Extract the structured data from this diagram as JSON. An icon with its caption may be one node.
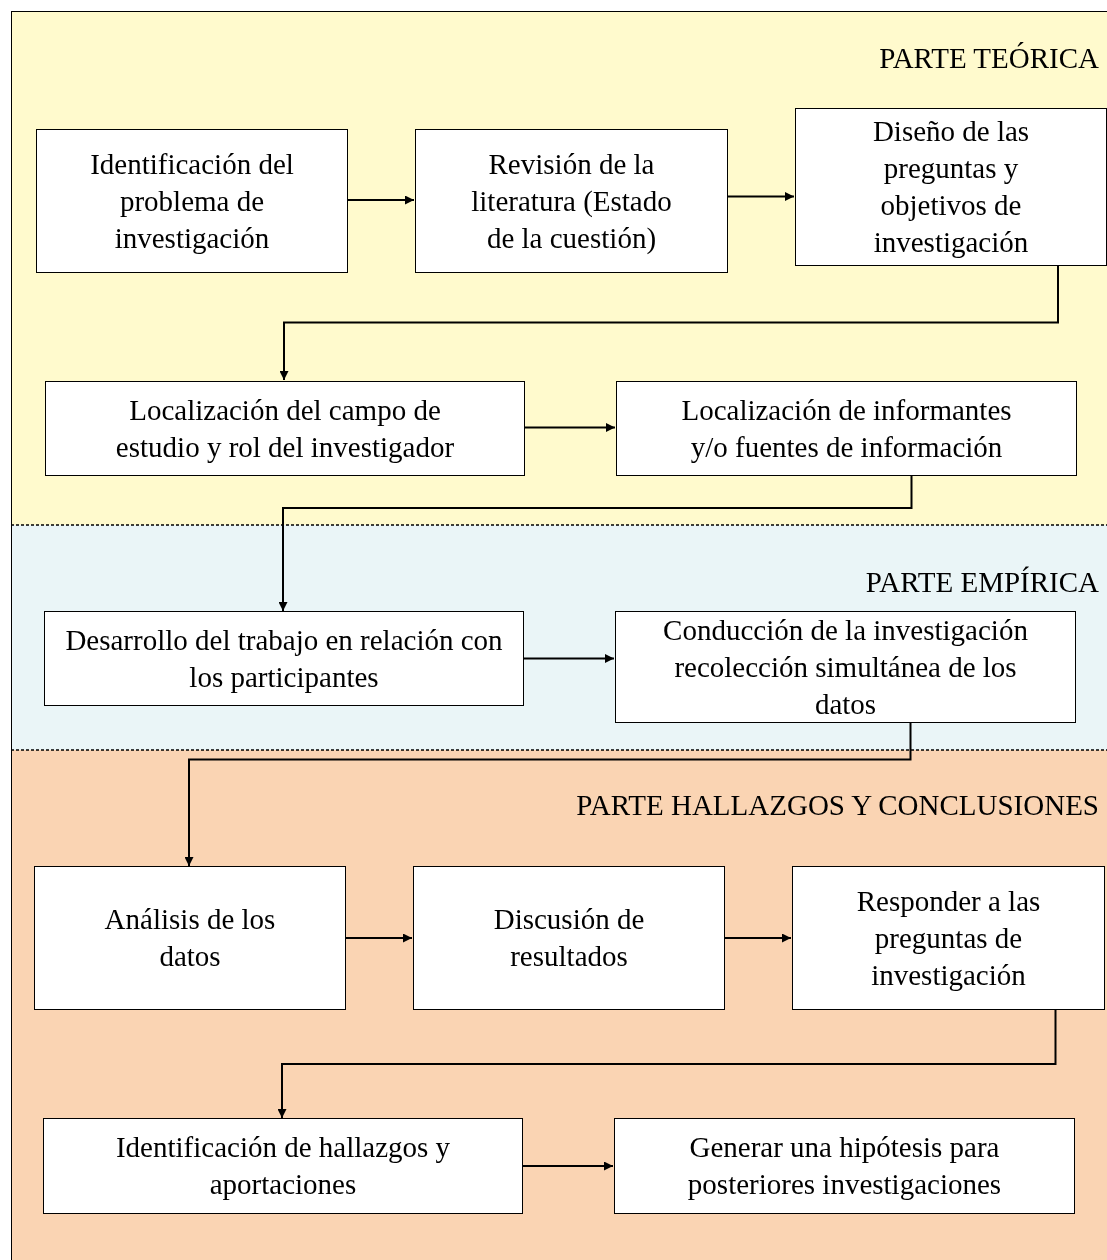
{
  "diagram": {
    "nodes": [
      {
        "text": [
          "PARTE TEÓRICA"
        ]
      },
      {
        "text": [
          "Identificación del problema de investigación"
        ],
        "in": 0
      },
      {
        "text": [
          "Revisión de la literatura (Estado de la cuestión)"
        ],
        "in": 0
      },
      {
        "text": [
          "Diseño de las preguntas y objetivos de investigación"
        ],
        "in": 0
      },
      {
        "text": [
          "Localización del campo de estudio y rol del investigador"
        ],
        "in": 0
      },
      {
        "text": [
          "Localización de informantes y/o fuentes de información"
        ],
        "in": 0
      },
      {
        "text": [
          "PARTE EMPÍRICA"
        ]
      },
      {
        "text": [
          "Desarrollo del trabajo en relación con los participantes"
        ],
        "in": 6
      },
      {
        "text": [
          "Conducción de la investigación recolección simultánea de los datos"
        ],
        "in": 6
      },
      {
        "text": [
          "PARTE HALLAZGOS Y CONCLUSIONES"
        ]
      },
      {
        "text": [
          "Análisis de los datos"
        ],
        "in": 9
      },
      {
        "text": [
          "Discusión de resultados"
        ],
        "in": 9
      },
      {
        "text": [
          "Responder a las preguntas de investigación"
        ],
        "in": 9
      },
      {
        "text": [
          "Identificación de hallazgos y aportaciones"
        ],
        "in": 9
      },
      {
        "text": [
          "Generar una hipótesis para posteriores investigaciones"
        ],
        "in": 9
      }
    ],
    "edges": [
      {
        "from": 1,
        "to": 2,
        "arrow": "to"
      },
      {
        "from": 2,
        "to": 3,
        "arrow": "to"
      },
      {
        "from": 3,
        "to": 4,
        "arrow": "to"
      },
      {
        "from": 4,
        "to": 5,
        "arrow": "to"
      },
      {
        "from": 5,
        "to": 7,
        "arrow": "to"
      },
      {
        "from": 7,
        "to": 8,
        "arrow": "to"
      },
      {
        "from": 8,
        "to": 10,
        "arrow": "to"
      },
      {
        "from": 10,
        "to": 11,
        "arrow": "to"
      },
      {
        "from": 11,
        "to": 12,
        "arrow": "to"
      },
      {
        "from": 12,
        "to": 13,
        "arrow": "to"
      },
      {
        "from": 13,
        "to": 14,
        "arrow": "to"
      }
    ]
  }
}
